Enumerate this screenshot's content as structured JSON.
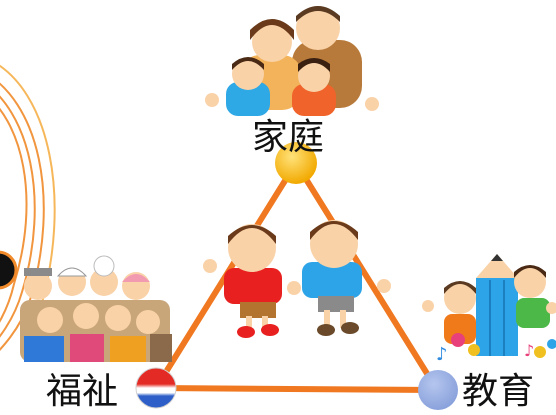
{
  "diagram": {
    "nodes": [
      {
        "id": "home",
        "label": "家庭",
        "color": "#f7b500"
      },
      {
        "id": "welfare",
        "label": "福祉",
        "color": "#e03030"
      },
      {
        "id": "education",
        "label": "教育",
        "color": "#8fa8e0"
      }
    ],
    "edges": [
      {
        "from": "home",
        "to": "welfare"
      },
      {
        "from": "home",
        "to": "education"
      },
      {
        "from": "welfare",
        "to": "education"
      }
    ],
    "edge_color": "#f07820",
    "illustrations": [
      "family-illustration",
      "children-holding-hands-illustration",
      "elderly-group-illustration",
      "school-children-illustration",
      "swirl-decoration"
    ]
  }
}
